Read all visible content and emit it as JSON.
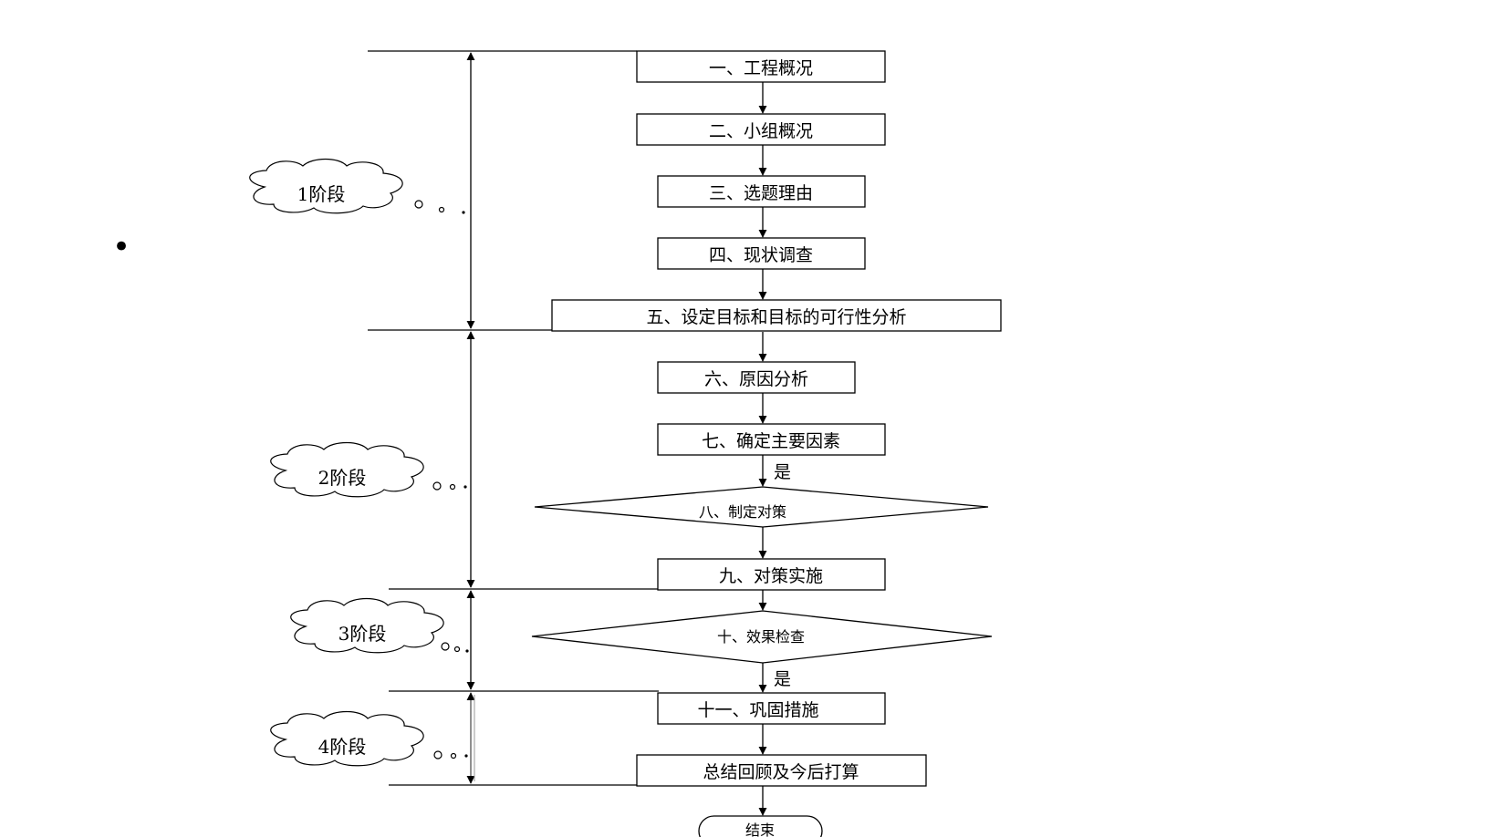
{
  "bullet_symbol": "•",
  "steps": {
    "s1": "一、工程概况",
    "s2": "二、小组概况",
    "s3": "三、选题理由",
    "s4": "四、现状调查",
    "s5": "五、设定目标和目标的可行性分析",
    "s6": "六、原因分析",
    "s7": "七、确定主要因素",
    "s8": "八、制定对策",
    "s9": "九、对策实施",
    "s10": "十、效果检查",
    "s11": "十一、巩固措施",
    "s12": "总结回顾及今后打算",
    "end": "结束"
  },
  "edge_labels": {
    "yes_1": "是",
    "yes_2": "是"
  },
  "stages": {
    "stage1": "1阶段",
    "stage2": "2阶段",
    "stage3": "3阶段",
    "stage4": "4阶段"
  }
}
